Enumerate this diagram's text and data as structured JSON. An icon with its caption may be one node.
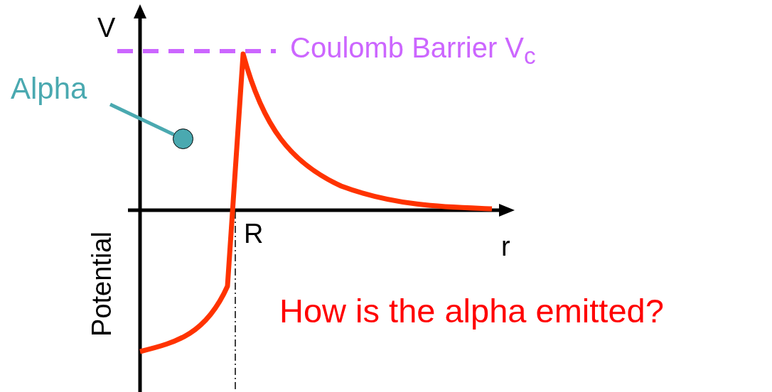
{
  "diagram": {
    "nodes": [
      {
        "text": [
          "Alpha"
        ]
      },
      {
        "text": [],
        "shape": "circle"
      }
    ],
    "edges": [
      {
        "from": 0,
        "to": 1,
        "arrow": "none"
      }
    ],
    "labels": [
      "V",
      "Coulomb Barrier V$_{c}$",
      "R",
      "r",
      "Potential",
      "How is the alpha emitted?"
    ]
  }
}
